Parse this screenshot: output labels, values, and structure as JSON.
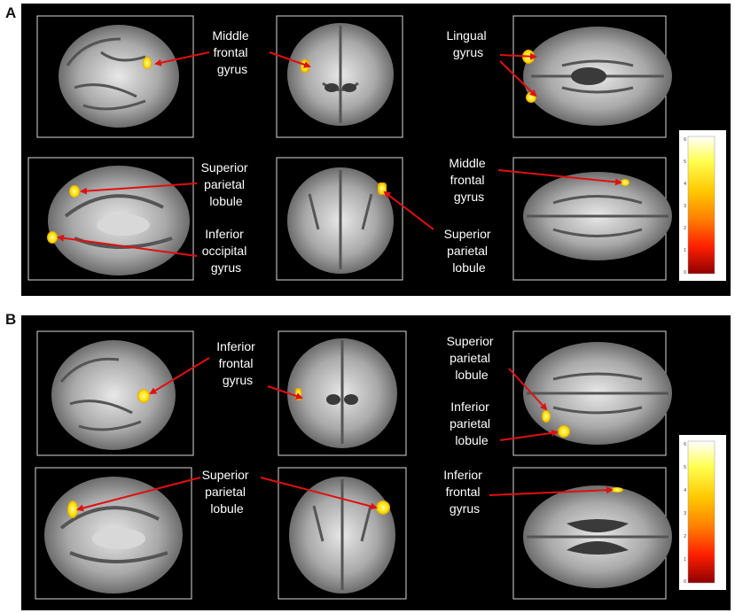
{
  "panel_a": {
    "letter": "A",
    "labels": {
      "mfg_top": [
        "Middle",
        "frontal",
        "gyrus"
      ],
      "lingual": [
        "Lingual",
        "gyrus"
      ],
      "spl_left": [
        "Superior",
        "parietal",
        "lobule"
      ],
      "iog": [
        "Inferior",
        "occipital",
        "gyrus"
      ],
      "spl_mid": [
        "Superior",
        "parietal",
        "lobule"
      ],
      "mfg_bottom": [
        "Middle",
        "frontal",
        "gyrus"
      ]
    }
  },
  "panel_b": {
    "letter": "B",
    "labels": {
      "ifg_top": [
        "Inferior",
        "frontal",
        "gyrus"
      ],
      "spl_right": [
        "Superior",
        "parietal",
        "lobule"
      ],
      "ipl": [
        "Inferior",
        "parietal",
        "lobule"
      ],
      "spl_bottom": [
        "Superior",
        "parietal",
        "lobule"
      ],
      "ifg_bottom": [
        "Inferior",
        "frontal",
        "gyrus"
      ]
    }
  },
  "colorbar": {
    "ticks": [
      "6",
      "5",
      "4",
      "3",
      "2",
      "1",
      "0"
    ],
    "colors": [
      "#ffffff",
      "#ffff40",
      "#ffd000",
      "#ff9000",
      "#ff4000",
      "#d00000",
      "#800000"
    ]
  },
  "colors": {
    "arrow": "#e01010",
    "activation": "#ffe600",
    "background": "#000000"
  }
}
